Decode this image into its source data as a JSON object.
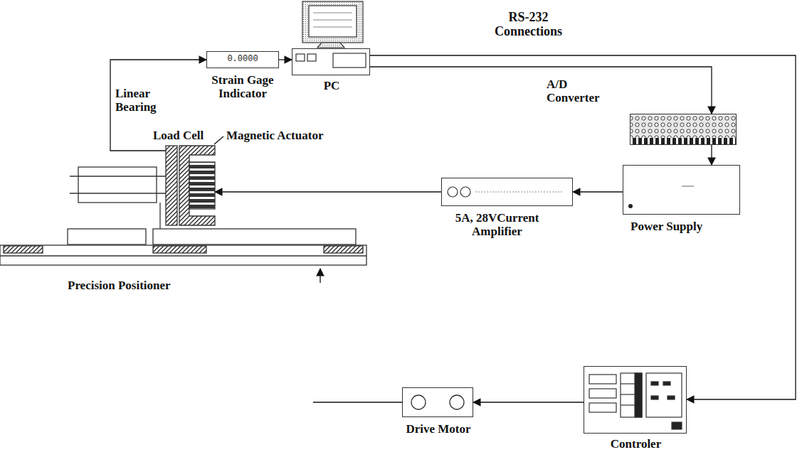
{
  "diagram": {
    "nodes": [
      {
        "text": [
          "0.0000",
          "Strain Gage Indicator"
        ]
      },
      {
        "text": [
          "PC"
        ]
      },
      {
        "text": [
          "A/D Converter"
        ]
      },
      {
        "text": [
          "Load Cell"
        ]
      },
      {
        "text": [
          "Magnetic Actuator"
        ]
      },
      {
        "text": [
          "Power Supply"
        ]
      },
      {
        "text": [
          "5A, 28VCurrent Amplifier"
        ]
      },
      {
        "text": [
          "Precision Positioner"
        ]
      },
      {
        "text": [
          "Drive Motor"
        ]
      },
      {
        "text": [
          "Controler"
        ]
      }
    ],
    "edges": [
      {
        "from": 3,
        "to": 0,
        "arrow": "to"
      },
      {
        "from": 0,
        "to": 1,
        "arrow": "to"
      },
      {
        "from": 1,
        "to": 2,
        "arrow": "to"
      },
      {
        "from": 1,
        "to": 9,
        "arrow": "to"
      },
      {
        "from": 2,
        "to": 5,
        "arrow": "to"
      },
      {
        "from": 5,
        "to": 6,
        "arrow": "to"
      },
      {
        "from": 6,
        "to": 4,
        "arrow": "to"
      },
      {
        "from": 9,
        "to": 8,
        "arrow": "to"
      }
    ],
    "labels": [
      "Linear Bearing",
      "RS-232 Connections"
    ]
  }
}
